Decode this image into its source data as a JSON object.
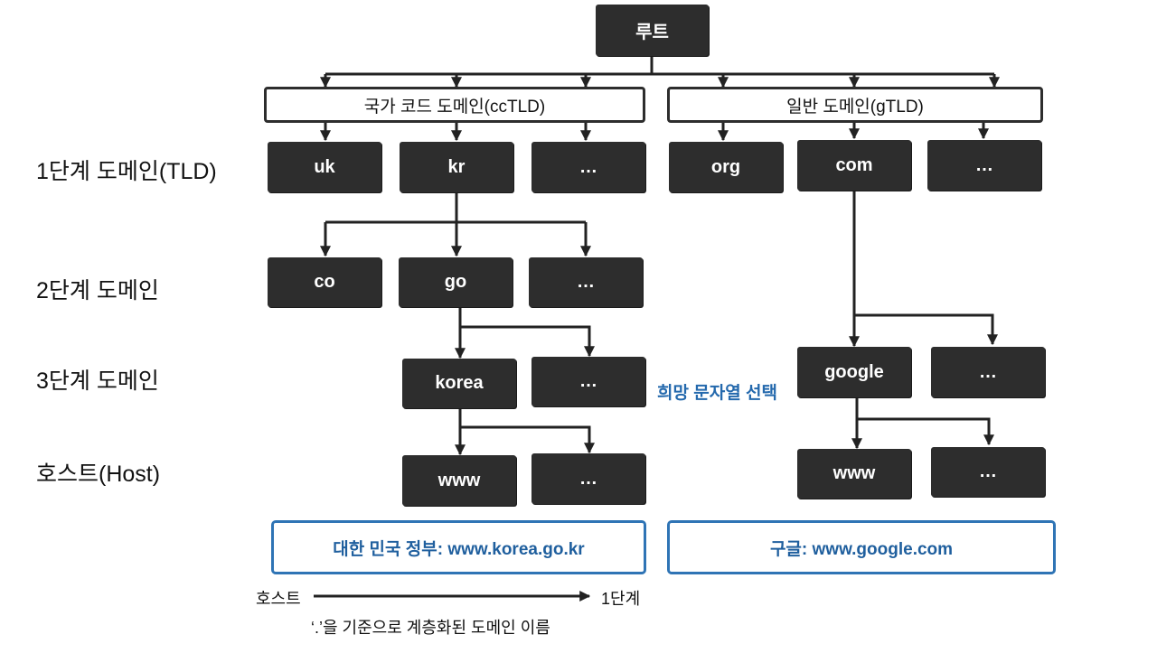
{
  "root": {
    "label": "루트"
  },
  "groups": {
    "cctld": "국가 코드 도메인(ccTLD)",
    "gtld": "일반 도메인(gTLD)"
  },
  "levels": {
    "tld": "1단계 도메인(TLD)",
    "second": "2단계 도메인",
    "third": "3단계 도메인",
    "host": "호스트(Host)"
  },
  "nodes": {
    "uk": "uk",
    "kr": "kr",
    "cc_more": "…",
    "org": "org",
    "com": "com",
    "g_more": "…",
    "co": "co",
    "go": "go",
    "second_more": "…",
    "korea": "korea",
    "third_more": "…",
    "google": "google",
    "google_sib_more": "…",
    "korea_www": "www",
    "korea_host_more": "…",
    "google_www": "www",
    "google_host_more": "…"
  },
  "note": "희망 문자열 선택",
  "examples": {
    "korea": "대한 민국 정부: www.korea.go.kr",
    "google": "구글: www.google.com"
  },
  "axis": {
    "left": "호스트",
    "right": "1단계",
    "caption": "‘.’을 기준으로 계층화된 도메인 이름"
  }
}
